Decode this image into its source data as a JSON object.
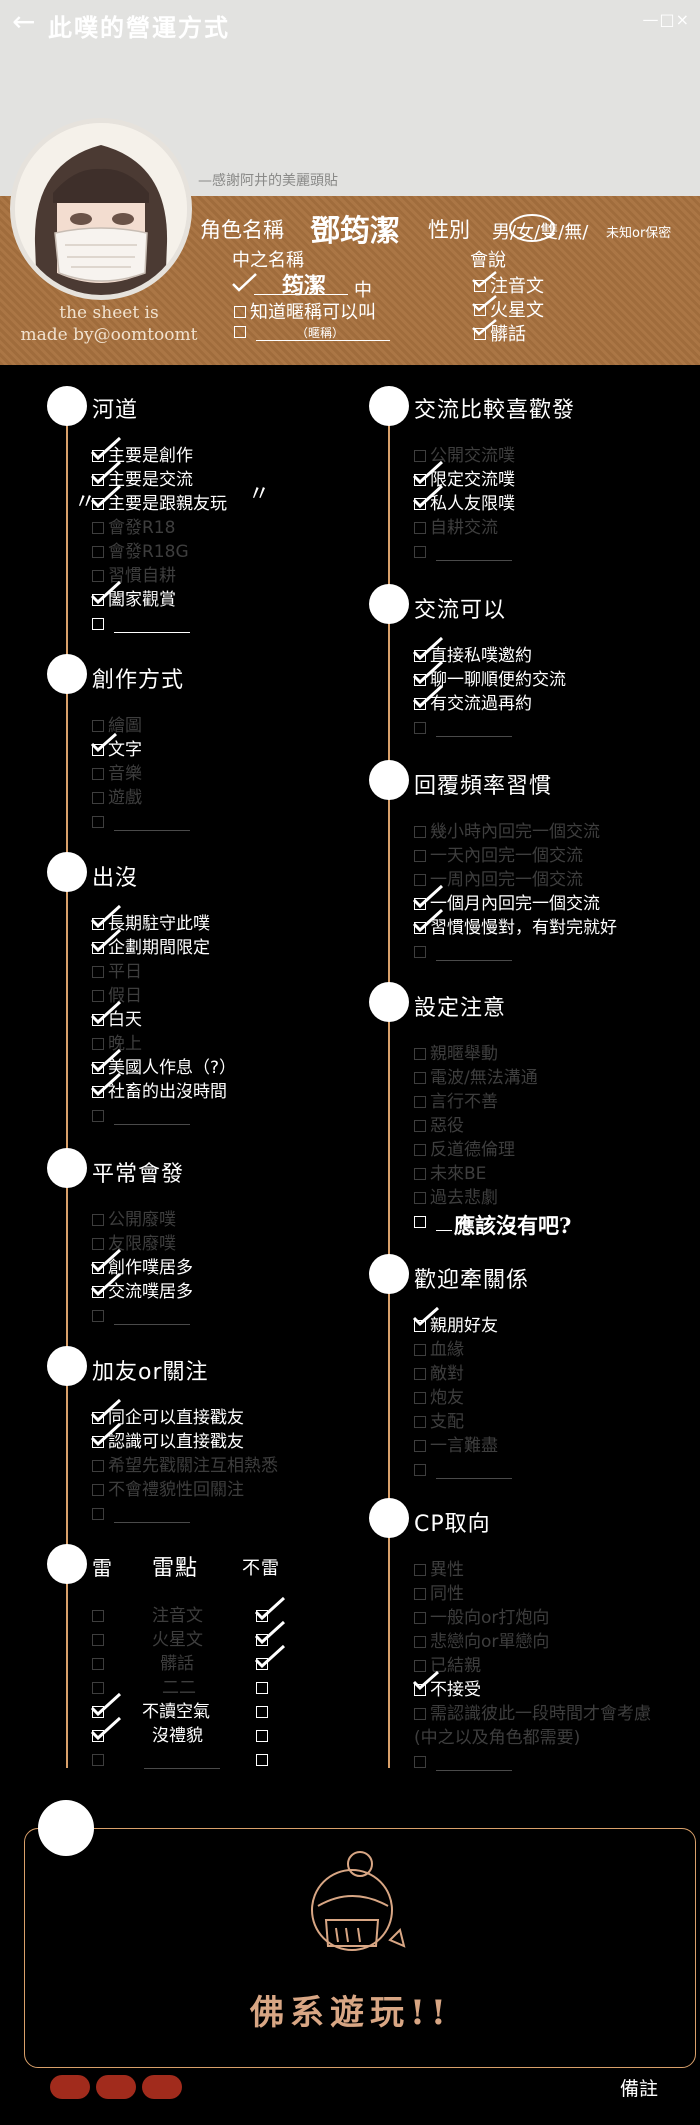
{
  "app": {
    "title": "此噗的營運方式",
    "back_icon": "←",
    "window_controls": "—□×"
  },
  "header": {
    "thanks_note": "—感謝阿井的美麗頭貼",
    "sheet_credit_line1": "the sheet is",
    "sheet_credit_line2": "made by@oomtoomt",
    "character_name_label": "角色名稱",
    "character_name_value": "鄧筠潔",
    "gender_label": "性別",
    "gender_options": "男/女/雙/無/",
    "gender_small": "未知or保密",
    "nickname_label": "中之名稱",
    "nickname_value": "筠潔",
    "nickname_suffix": "中",
    "nickname_opt2": "知道暱稱可以叫",
    "nickname_opt3": "（暱稱）",
    "speaks_label": "會說",
    "speaks": [
      "注音文",
      "火星文",
      "髒話"
    ]
  },
  "sections": {
    "heyue": {
      "title": "河道",
      "items": [
        "主要是創作",
        "主要是交流",
        "主要是跟親友玩",
        "會發R18",
        "會發R18G",
        "習慣自耕",
        "闔家觀賞"
      ]
    },
    "creation": {
      "title": "創作方式",
      "items": [
        "繪圖",
        "文字",
        "音樂",
        "遊戲"
      ]
    },
    "presence": {
      "title": "出沒",
      "items": [
        "長期駐守此噗",
        "企劃期間限定",
        "平日",
        "假日",
        "白天",
        "晚上",
        "美國人作息（?）",
        "社畜的出沒時間"
      ]
    },
    "usual_post": {
      "title": "平常會發",
      "items": [
        "公開廢噗",
        "友限廢噗",
        "創作噗居多",
        "交流噗居多"
      ]
    },
    "friending": {
      "title": "加友or關注",
      "items": [
        "同企可以直接戳友",
        "認識可以直接戳友",
        "希望先戳關注互相熱悉",
        "不會禮貌性回關注"
      ]
    },
    "mines": {
      "title": "雷",
      "mid_label": "雷點",
      "right_label": "不雷",
      "items": [
        "注音文",
        "火星文",
        "髒話",
        "二二",
        "不讀空氣",
        "沒禮貌"
      ]
    },
    "interaction_pref": {
      "title": "交流比較喜歡發",
      "items": [
        "公開交流噗",
        "限定交流噗",
        "私人友限噗",
        "自耕交流"
      ]
    },
    "interaction_ok": {
      "title": "交流可以",
      "items": [
        "直接私噗邀約",
        "聊一聊順便約交流",
        "有交流過再約"
      ]
    },
    "reply_freq": {
      "title": "回覆頻率習慣",
      "items": [
        "幾小時內回完一個交流",
        "一天內回完一個交流",
        "一周內回完一個交流",
        "一個月內回完一個交流",
        "習慣慢慢對，有對完就好"
      ]
    },
    "setting_notes": {
      "title": "設定注意",
      "items": [
        "親暱舉動",
        "電波/無法溝通",
        "言行不善",
        "惡役",
        "反道德倫理",
        "未來BE",
        "過去悲劇"
      ],
      "hand_note": "應該沒有吧?"
    },
    "welcome_rel": {
      "title": "歡迎牽關係",
      "items": [
        "親朋好友",
        "血緣",
        "敵對",
        "炮友",
        "支配",
        "一言難盡"
      ]
    },
    "cp": {
      "title": "CP取向",
      "items": [
        "異性",
        "同性",
        "一般向or打炮向",
        "悲戀向or單戀向",
        "已結親",
        "不接受",
        "需認識彼此一段時間才會考慮",
        "(中之以及角色都需要)"
      ]
    }
  },
  "notes": {
    "label": "備註",
    "text": "佛系遊玩!!"
  }
}
